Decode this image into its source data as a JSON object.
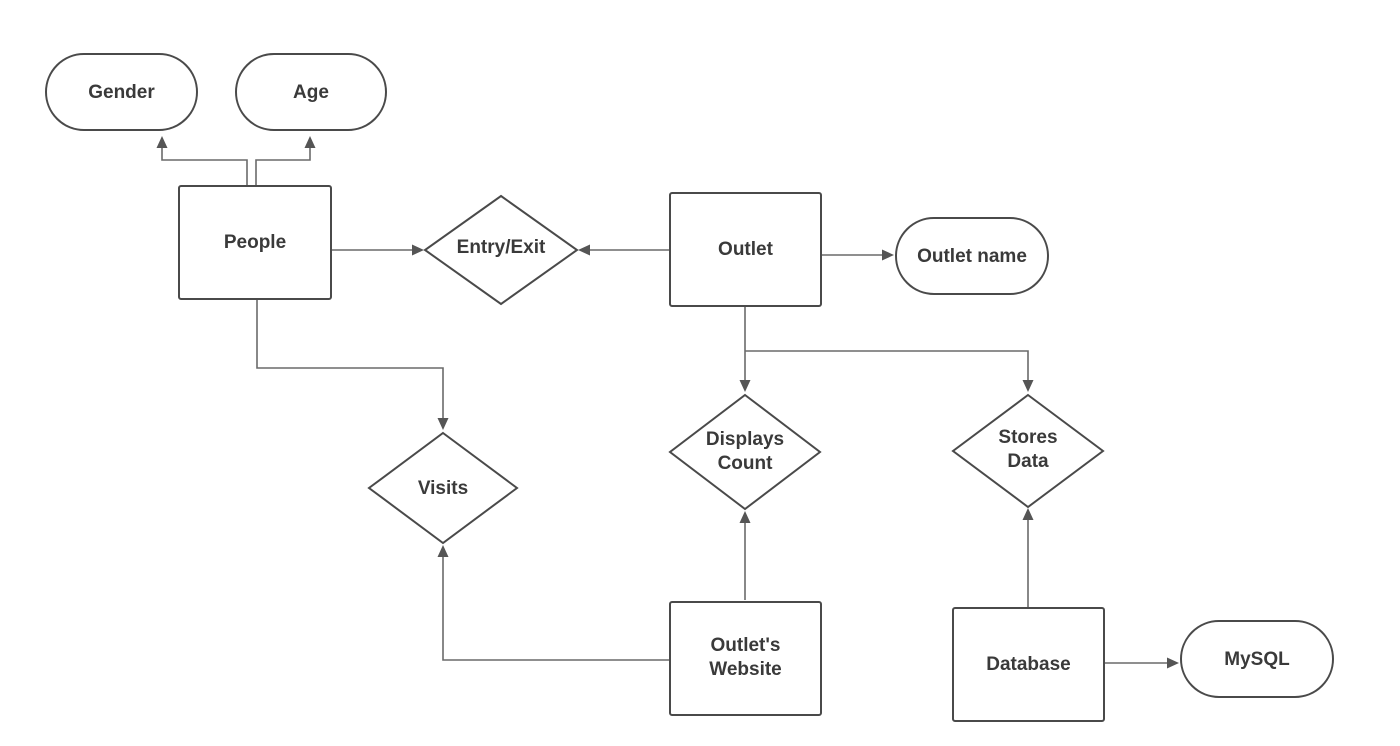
{
  "diagram": {
    "nodes": [
      {
        "id": "gender",
        "lines": [
          "Gender"
        ]
      },
      {
        "id": "age",
        "lines": [
          "Age"
        ]
      },
      {
        "id": "people",
        "lines": [
          "People"
        ]
      },
      {
        "id": "entry_exit",
        "lines": [
          "Entry/Exit"
        ]
      },
      {
        "id": "outlet",
        "lines": [
          "Outlet"
        ]
      },
      {
        "id": "outlet_name",
        "lines": [
          "Outlet name"
        ]
      },
      {
        "id": "visits",
        "lines": [
          "Visits"
        ]
      },
      {
        "id": "displays_count",
        "lines": [
          "Displays",
          "Count"
        ]
      },
      {
        "id": "stores_data",
        "lines": [
          "Stores",
          "Data"
        ]
      },
      {
        "id": "outlets_website",
        "lines": [
          "Outlet's",
          "Website"
        ]
      },
      {
        "id": "database",
        "lines": [
          "Database"
        ]
      },
      {
        "id": "mysql",
        "lines": [
          "MySQL"
        ]
      }
    ],
    "edges": [
      {
        "from": "people",
        "to": "gender"
      },
      {
        "from": "people",
        "to": "age"
      },
      {
        "from": "people",
        "to": "entry_exit"
      },
      {
        "from": "outlet",
        "to": "entry_exit"
      },
      {
        "from": "outlet",
        "to": "outlet_name"
      },
      {
        "from": "people",
        "to": "visits"
      },
      {
        "from": "outlet",
        "to": "displays_count"
      },
      {
        "from": "outlet",
        "to": "stores_data"
      },
      {
        "from": "outlets_website",
        "to": "visits"
      },
      {
        "from": "outlets_website",
        "to": "displays_count"
      },
      {
        "from": "database",
        "to": "stores_data"
      },
      {
        "from": "database",
        "to": "mysql"
      }
    ]
  }
}
